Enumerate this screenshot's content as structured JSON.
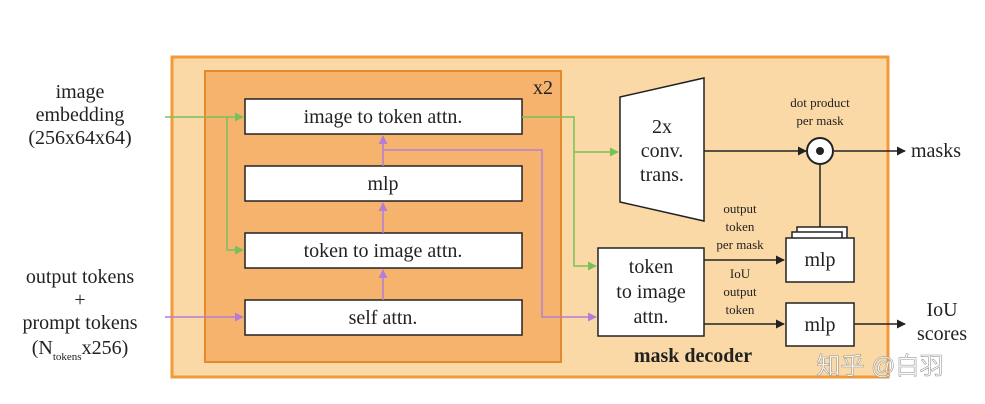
{
  "inputs": {
    "image_embedding": [
      "image",
      "embedding",
      "(256x64x64)"
    ],
    "output_tokens_line1": "output tokens",
    "plus": "+",
    "prompt_tokens": "prompt tokens",
    "n_open": "(N",
    "n_sub": "tokens",
    "n_close": "x256)"
  },
  "block": {
    "repeat": "x2",
    "layers": {
      "image_to_token": "image to token attn.",
      "mlp": "mlp",
      "token_to_image": "token to image attn.",
      "self_attn": "self attn."
    }
  },
  "conv": [
    "2x",
    "conv.",
    "trans."
  ],
  "final_attn": [
    "token",
    "to image",
    "attn."
  ],
  "dot_product": [
    "dot product",
    "per mask"
  ],
  "output_token_label": [
    "output",
    "token",
    "per mask"
  ],
  "iou_token_label": [
    "IoU",
    "output",
    "token"
  ],
  "mlp_label": "mlp",
  "mlp_iou_label": "mlp",
  "outputs": {
    "masks": "masks",
    "iou": [
      "IoU",
      "scores"
    ]
  },
  "decoder_title": "mask decoder",
  "watermark": "知乎 @白羽",
  "colors": {
    "outer_fill": "#fbd9a6",
    "outer_border": "#f09a3a",
    "inner_fill": "#f6b36e",
    "inner_border": "#e58a2c",
    "green": "#77c15a",
    "purple": "#b57dd6",
    "line": "#222222"
  }
}
